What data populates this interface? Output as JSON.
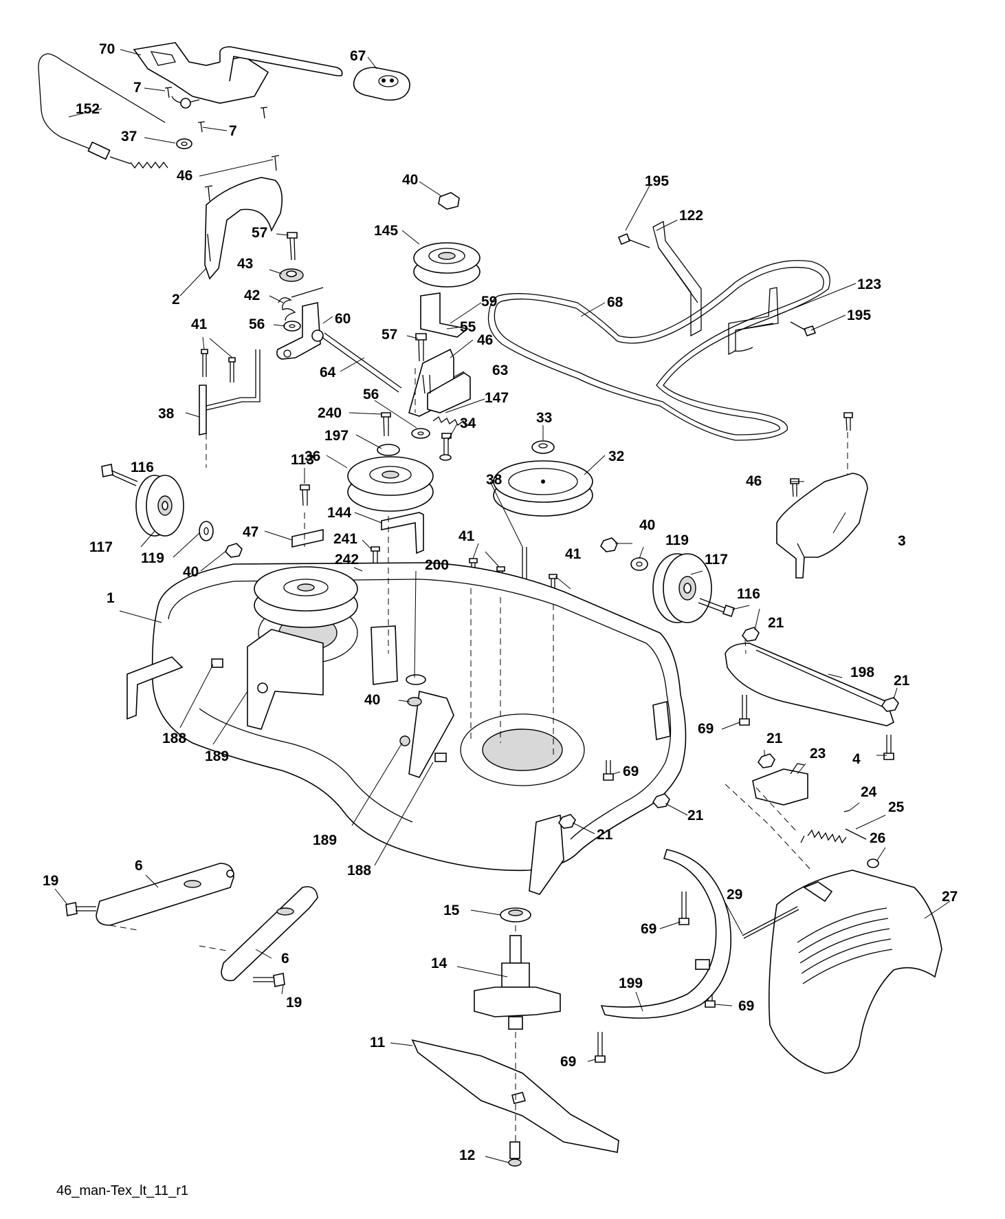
{
  "callouts": [
    {
      "id": "c70",
      "text": "70"
    },
    {
      "id": "c67",
      "text": "67"
    },
    {
      "id": "c7a",
      "text": "7"
    },
    {
      "id": "c152",
      "text": "152"
    },
    {
      "id": "c7b",
      "text": "7"
    },
    {
      "id": "c37",
      "text": "37"
    },
    {
      "id": "c46a",
      "text": "46"
    },
    {
      "id": "c40a",
      "text": "40"
    },
    {
      "id": "c145",
      "text": "145"
    },
    {
      "id": "c195a",
      "text": "195"
    },
    {
      "id": "c122",
      "text": "122"
    },
    {
      "id": "c57a",
      "text": "57"
    },
    {
      "id": "c43",
      "text": "43"
    },
    {
      "id": "c42",
      "text": "42"
    },
    {
      "id": "c2",
      "text": "2"
    },
    {
      "id": "c123",
      "text": "123"
    },
    {
      "id": "c68",
      "text": "68"
    },
    {
      "id": "c59",
      "text": "59"
    },
    {
      "id": "c195b",
      "text": "195"
    },
    {
      "id": "c41a",
      "text": "41"
    },
    {
      "id": "c56a",
      "text": "56"
    },
    {
      "id": "c60",
      "text": "60"
    },
    {
      "id": "c57b",
      "text": "57"
    },
    {
      "id": "c55",
      "text": "55"
    },
    {
      "id": "c46b",
      "text": "46"
    },
    {
      "id": "c64",
      "text": "64"
    },
    {
      "id": "c63",
      "text": "63"
    },
    {
      "id": "c38a",
      "text": "38"
    },
    {
      "id": "c56b",
      "text": "56"
    },
    {
      "id": "c147",
      "text": "147"
    },
    {
      "id": "c240",
      "text": "240"
    },
    {
      "id": "c34",
      "text": "34"
    },
    {
      "id": "c33",
      "text": "33"
    },
    {
      "id": "c197",
      "text": "197"
    },
    {
      "id": "c116a",
      "text": "116"
    },
    {
      "id": "c36",
      "text": "36"
    },
    {
      "id": "c32",
      "text": "32"
    },
    {
      "id": "c113",
      "text": "113"
    },
    {
      "id": "c46c",
      "text": "46"
    },
    {
      "id": "c3",
      "text": "3"
    },
    {
      "id": "c144",
      "text": "144"
    },
    {
      "id": "c117a",
      "text": "117"
    },
    {
      "id": "c47",
      "text": "47"
    },
    {
      "id": "c38b",
      "text": "38"
    },
    {
      "id": "c40b",
      "text": "40"
    },
    {
      "id": "c119a",
      "text": "119"
    },
    {
      "id": "c241",
      "text": "241"
    },
    {
      "id": "c41b",
      "text": "41"
    },
    {
      "id": "c119b",
      "text": "119"
    },
    {
      "id": "c40c",
      "text": "40"
    },
    {
      "id": "c242",
      "text": "242"
    },
    {
      "id": "c117b",
      "text": "117"
    },
    {
      "id": "c200",
      "text": "200"
    },
    {
      "id": "c41c",
      "text": "41"
    },
    {
      "id": "c1",
      "text": "1"
    },
    {
      "id": "c116b",
      "text": "116"
    },
    {
      "id": "c21a",
      "text": "21"
    },
    {
      "id": "c198",
      "text": "198"
    },
    {
      "id": "c21b",
      "text": "21"
    },
    {
      "id": "c40d",
      "text": "40"
    },
    {
      "id": "c69a",
      "text": "69"
    },
    {
      "id": "c188a",
      "text": "188"
    },
    {
      "id": "c21c",
      "text": "21"
    },
    {
      "id": "c23",
      "text": "23"
    },
    {
      "id": "c189a",
      "text": "189"
    },
    {
      "id": "c4",
      "text": "4"
    },
    {
      "id": "c69b",
      "text": "69"
    },
    {
      "id": "c24",
      "text": "24"
    },
    {
      "id": "c25",
      "text": "25"
    },
    {
      "id": "c21d",
      "text": "21"
    },
    {
      "id": "c189b",
      "text": "189"
    },
    {
      "id": "c21e",
      "text": "21"
    },
    {
      "id": "c26",
      "text": "26"
    },
    {
      "id": "c188b",
      "text": "188"
    },
    {
      "id": "c6a",
      "text": "6"
    },
    {
      "id": "c19a",
      "text": "19"
    },
    {
      "id": "c27",
      "text": "27"
    },
    {
      "id": "c29",
      "text": "29"
    },
    {
      "id": "c15",
      "text": "15"
    },
    {
      "id": "c69c",
      "text": "69"
    },
    {
      "id": "c6b",
      "text": "6"
    },
    {
      "id": "c14",
      "text": "14"
    },
    {
      "id": "c199",
      "text": "199"
    },
    {
      "id": "c19b",
      "text": "19"
    },
    {
      "id": "c69d",
      "text": "69"
    },
    {
      "id": "c69e",
      "text": "69"
    },
    {
      "id": "c11",
      "text": "11"
    },
    {
      "id": "c12",
      "text": "12"
    }
  ],
  "caption": "46_man-Tex_lt_11_r1"
}
